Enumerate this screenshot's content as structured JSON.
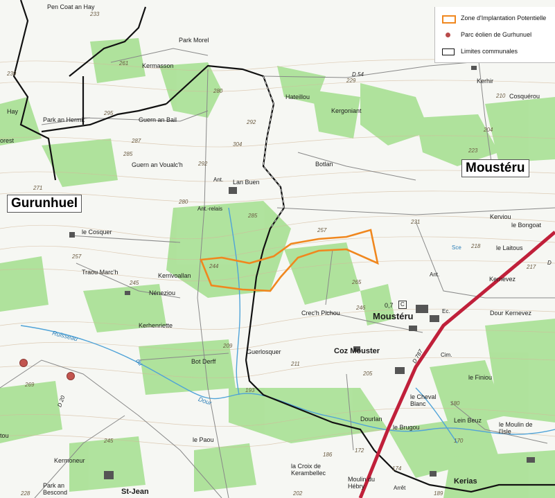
{
  "legend": {
    "zone": "Zone d'Implantation Potentielle",
    "parc": "Parc éolien de Gurhunuel",
    "limites": "Limites communales"
  },
  "communes": {
    "gurunhuel": "Gurunhuel",
    "moustéru": "Moustéru"
  },
  "places": [
    "Pen Coat an Hay",
    "Park Morel",
    "Kermasson",
    "Park an Hermit",
    "Guern an Bail",
    "Hateillou",
    "Kergoniant",
    "Kerhir",
    "Cosquérou",
    "Botlan",
    "Lan Buen",
    "Guern an Voualc'h",
    "le Cosquer",
    "Traou Marc'h",
    "Kerrivoallan",
    "Néneziou",
    "Kerhenriette",
    "Bot Derff",
    "Guerlosquer",
    "Crec'h Pichou",
    "Coz Mouster",
    "Moustéru",
    "Kerviou",
    "le Bongoat",
    "le Laitous",
    "Kernevez",
    "Dour Kernevez",
    "le Finiou",
    "le Cheval Blanc",
    "Lein Beuz",
    "le Moulin de l'Isle",
    "le Brugou",
    "Dourlan",
    "Moulin du Hébry",
    "la Croix de Kerambellec",
    "Kerias",
    "Kermoneur",
    "Park an Bescond",
    "St-Jean",
    "le Paou",
    "Hay",
    "orest",
    "tou"
  ],
  "labels": {
    "ant_relais": "Ant.-relais",
    "ant": "Ant.",
    "ant2": "Ant.",
    "cim": "Cim.",
    "ec": "Ec.",
    "sce": "Sce",
    "arret": "Arrêt",
    "ruisseau": "Ruisseau",
    "du": "du",
    "dour": "Dour",
    "c_box": "C",
    "val_07": "0,7"
  },
  "roads": {
    "d54": "D 54",
    "d20": "D 20",
    "d787": "D 787",
    "d": "D"
  },
  "altitudes": [
    "233",
    "261",
    "239",
    "280",
    "229",
    "295",
    "287",
    "304",
    "292",
    "285",
    "210",
    "204",
    "223",
    "271",
    "292",
    "280",
    "285",
    "257",
    "257",
    "231",
    "218",
    "217",
    "244",
    "245",
    "265",
    "246",
    "209",
    "211",
    "205",
    "193",
    "186",
    "172",
    "174",
    "180",
    "245",
    "269",
    "228",
    "202",
    "189",
    "170"
  ],
  "colors": {
    "zone": "#f0871e",
    "parc": "#b84a4a",
    "limites": "#111111",
    "road_main": "#c0203a",
    "water": "#4fa3d8",
    "forest": "#9fde8a"
  }
}
